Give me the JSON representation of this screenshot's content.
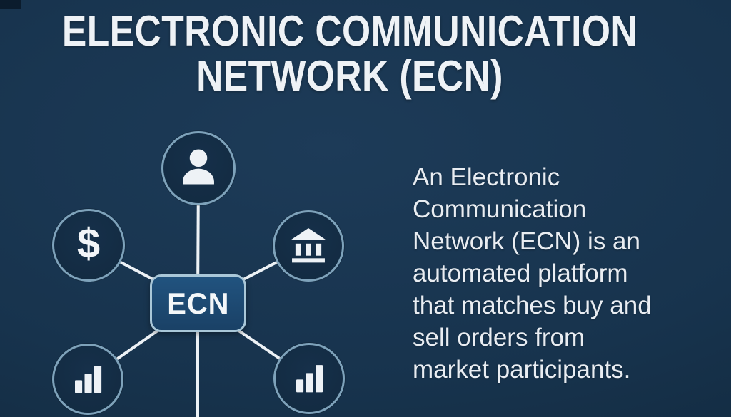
{
  "title": {
    "line1": "ELECTRONIC COMMUNICATION",
    "line2": "NETWORK (ECN)"
  },
  "diagram": {
    "center_label": "ECN",
    "dollar_symbol": "$",
    "node_icons": [
      "person",
      "dollar",
      "bank",
      "bar-chart",
      "bar-chart"
    ]
  },
  "description": {
    "full_text": "An Electronic Communication Network (ECN) is an automated platform that matches buy and sell orders from market participants.",
    "lines": [
      "An Electronic",
      "Communication",
      "Network (ECN) is an",
      "automated platform",
      "that matches buy and",
      "sell orders from",
      "market participants."
    ]
  },
  "colors": {
    "background": "#17334d",
    "background_edge": "#102639",
    "circle_fill": "#132b42",
    "circle_border": "#7ea2ba",
    "ecn_box_fill": "#1d4b74",
    "ecn_box_border": "#a9c7d8",
    "connector_line": "#edf2f6",
    "text": "#e9edf2",
    "title_text": "#eef2f6"
  }
}
